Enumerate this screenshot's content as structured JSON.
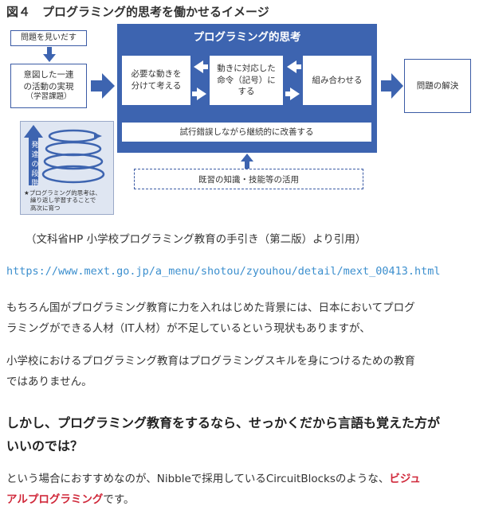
{
  "figure": {
    "title": "図４　プログラミング的思考を働かせるイメージ",
    "problem_find": "問題を見いだす",
    "realize_line1": "意図した一連",
    "realize_line2": "の活動の実現",
    "realize_line3": "（学習課題）",
    "panel_title": "プログラミング的思考",
    "step1_line1": "必要な動きを",
    "step1_line2": "分けて考える",
    "step2_line1": "動きに対応した",
    "step2_line2": "命令（記号）に",
    "step2_line3": "する",
    "step3": "組み合わせる",
    "trial": "試行錯誤しながら継続的に改善する",
    "knowledge": "既習の知識・技能等の活用",
    "solve": "問題の解決",
    "development_label": "発達の段階",
    "note_line1": "★プログラミング的思考は、",
    "note_line2": "繰り返し学習することで",
    "note_line3": "高次に育つ"
  },
  "article": {
    "caption": "（文科省HP 小学校プログラミング教育の手引き（第二版）より引用）",
    "link": "https://www.mext.go.jp/a_menu/shotou/zyouhou/detail/mext_00413.html",
    "para1_line1": "もちろん国がプログラミング教育に力を入れはじめた背景には、日本においてプログ",
    "para1_line2": "ラミングができる人材（IT人材）が不足しているという現状もありますが、",
    "para2_line1": "小学校におけるプログラミング教育はプログラミングスキルを身につけるための教育",
    "para2_line2": "ではありません。",
    "heading_line1": "しかし、プログラミング教育をするなら、せっかくだから言語も覚えた方が",
    "heading_line2": "いいのでは？",
    "para3_prefix": "という場合におすすめなのが、Nibbleで採用しているCircuitBlocksのような、",
    "para3_highlight_a": "ビジュ",
    "para3_highlight_b": "アルプログラミング",
    "para3_suffix": "です。"
  },
  "colors": {
    "panel_blue": "#3d64b0",
    "link_blue": "#3c8fce",
    "highlight_red": "#d0283a"
  }
}
